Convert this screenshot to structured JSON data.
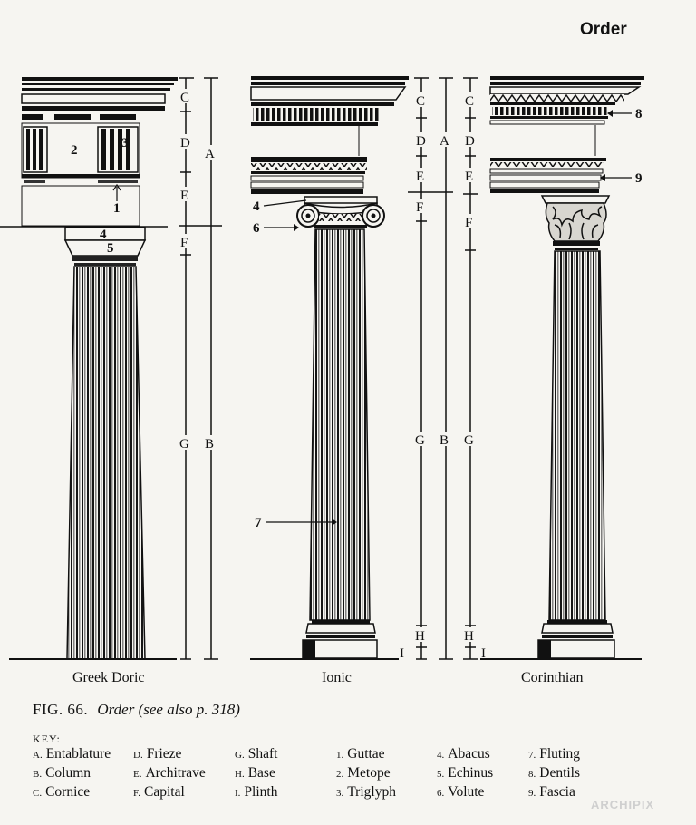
{
  "page": {
    "title": "Order"
  },
  "columns": {
    "doric": "Greek Doric",
    "ionic": "Ionic",
    "corinthian": "Corinthian"
  },
  "figure": {
    "number": "FIG. 66.",
    "title": "Order (see also p. 318)"
  },
  "key": {
    "heading": "KEY:",
    "col1": [
      {
        "m": "A.",
        "t": "Entablature"
      },
      {
        "m": "B.",
        "t": "Column"
      },
      {
        "m": "C.",
        "t": "Cornice"
      }
    ],
    "col2": [
      {
        "m": "D.",
        "t": "Frieze"
      },
      {
        "m": "E.",
        "t": "Architrave"
      },
      {
        "m": "F.",
        "t": "Capital"
      }
    ],
    "col3": [
      {
        "m": "G.",
        "t": "Shaft"
      },
      {
        "m": "H.",
        "t": "Base"
      },
      {
        "m": "I.",
        "t": "Plinth"
      }
    ],
    "col4": [
      {
        "m": "1.",
        "t": "Guttae"
      },
      {
        "m": "2.",
        "t": "Metope"
      },
      {
        "m": "3.",
        "t": "Triglyph"
      }
    ],
    "col5": [
      {
        "m": "4.",
        "t": "Abacus"
      },
      {
        "m": "5.",
        "t": "Echinus"
      },
      {
        "m": "6.",
        "t": "Volute"
      }
    ],
    "col6": [
      {
        "m": "7.",
        "t": "Fluting"
      },
      {
        "m": "8.",
        "t": "Dentils"
      },
      {
        "m": "9.",
        "t": "Fascia"
      }
    ]
  },
  "dimension_letters": {
    "A": "A",
    "B": "B",
    "C": "C",
    "D": "D",
    "E": "E",
    "F": "F",
    "G": "G",
    "H": "H",
    "I": "I"
  },
  "callouts": {
    "n1": "1",
    "n2": "2",
    "n3": "3",
    "n4": "4",
    "n5": "5",
    "n6": "6",
    "n7": "7",
    "n8": "8",
    "n9": "9"
  },
  "watermark": "ARCHIPIX"
}
